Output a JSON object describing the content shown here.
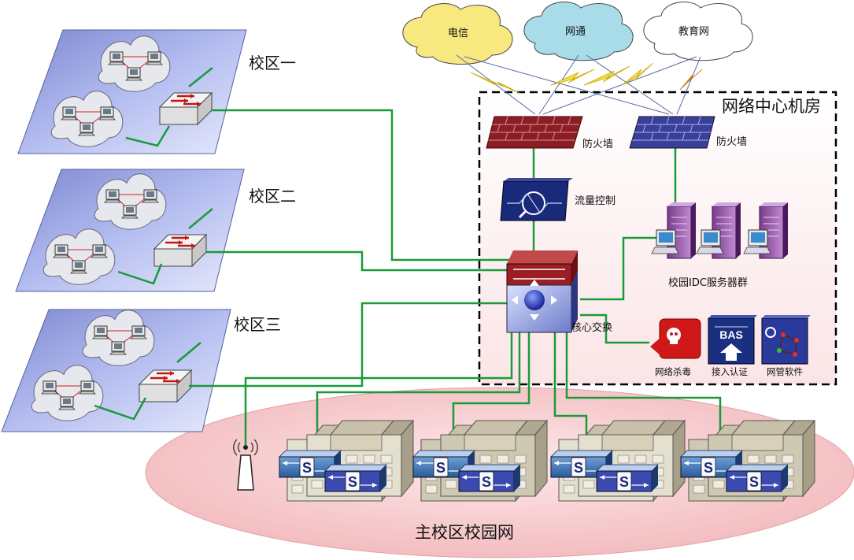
{
  "campuses": [
    {
      "name": "校区一"
    },
    {
      "name": "校区二"
    },
    {
      "name": "校区三"
    }
  ],
  "isps": [
    {
      "name": "电信",
      "color": "#f8e880"
    },
    {
      "name": "网通",
      "color": "#a8dce8"
    },
    {
      "name": "教育网",
      "color": "#ffffff"
    }
  ],
  "datacenter": {
    "title": "网络中心机房",
    "firewall_left_label": "防火墙",
    "firewall_right_label": "防火墙",
    "traffic_control_label": "流量控制",
    "server_cluster_label": "校园IDC服务器群",
    "core_switch_label": "核心交换",
    "antivirus_label": "网络杀毒",
    "access_auth_label": "接入认证",
    "netmgmt_label": "网管软件",
    "bas_text": "BAS"
  },
  "main_campus": {
    "title": "主校区校园网",
    "switch_letter": "S"
  },
  "colors": {
    "link_green": "#1a9a3a",
    "campus_plane": "#9aa8e0",
    "ellipse_fill": "#f4c4c6",
    "firewall_red": "#8b1e24",
    "firewall_blue": "#3a3f9a"
  }
}
